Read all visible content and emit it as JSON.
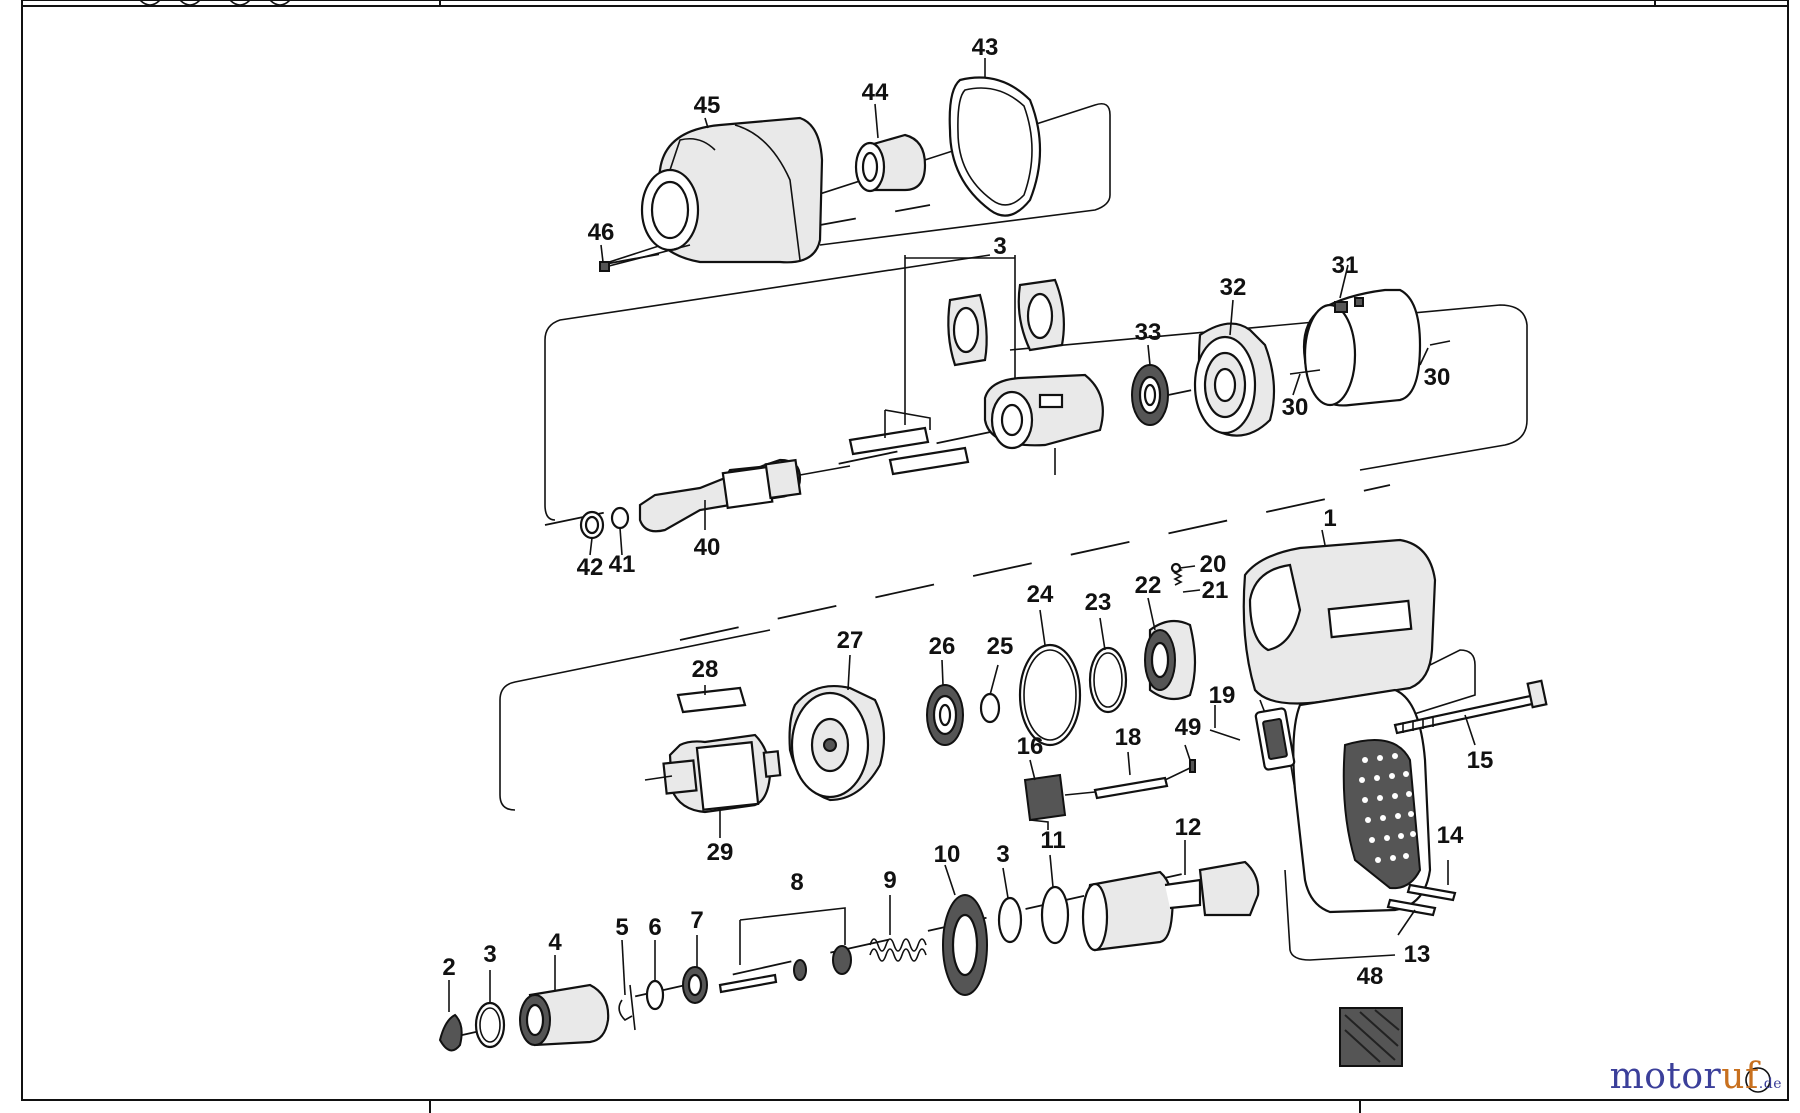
{
  "diagram": {
    "labels": {
      "p1": "1",
      "p2": "2",
      "p3a": "3",
      "p3b": "3",
      "p3c": "3",
      "p4": "4",
      "p5": "5",
      "p6": "6",
      "p7": "7",
      "p8": "8",
      "p9": "9",
      "p10": "10",
      "p11": "11",
      "p12": "12",
      "p13": "13",
      "p14": "14",
      "p15": "15",
      "p16": "16",
      "p18": "18",
      "p19": "19",
      "p20": "20",
      "p21": "21",
      "p22": "22",
      "p23": "23",
      "p24": "24",
      "p25": "25",
      "p26": "26",
      "p27": "27",
      "p28": "28",
      "p29": "29",
      "p30a": "30",
      "p30b": "30",
      "p31": "31",
      "p32": "32",
      "p33": "33",
      "p40": "40",
      "p41": "41",
      "p42": "42",
      "p43": "43",
      "p44": "44",
      "p45": "45",
      "p46": "46",
      "p48": "48",
      "p49": "49"
    }
  },
  "watermark": {
    "brand_main": "motor",
    "brand_accent": "uf",
    "suffix": ".de"
  }
}
